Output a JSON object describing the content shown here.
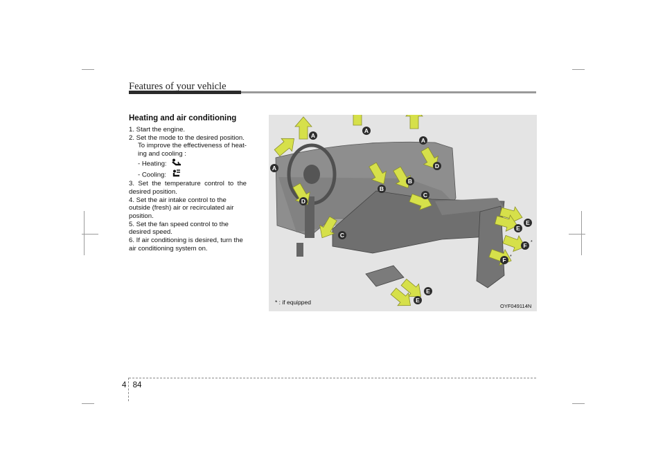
{
  "header": {
    "section_title": "Features of your vehicle"
  },
  "content": {
    "heading": "Heating and air conditioning",
    "steps": [
      "1. Start the engine.",
      "2. Set the mode to the desired position.",
      "To improve the effectiveness of heat- ing and cooling :",
      "- Heating:",
      "- Cooling:",
      "3. Set the temperature control to the desired position.",
      "4. Set the air intake control to the outside (fresh) air or recirculated air position.",
      "5. Set the fan speed control to the desired speed.",
      "6. If air conditioning is desired, turn the air conditioning system on."
    ]
  },
  "figure": {
    "note": "* : if equipped",
    "code": "OYF049114N",
    "labels": [
      "A",
      "A",
      "A",
      "A",
      "B",
      "B",
      "C",
      "C",
      "D",
      "D",
      "E",
      "E",
      "E",
      "E",
      "F",
      "F"
    ],
    "asterisk": "*",
    "arrow_color": "#d6e04a",
    "badge_color": "#2d2d2d"
  },
  "footer": {
    "chapter": "4",
    "page": "84"
  }
}
